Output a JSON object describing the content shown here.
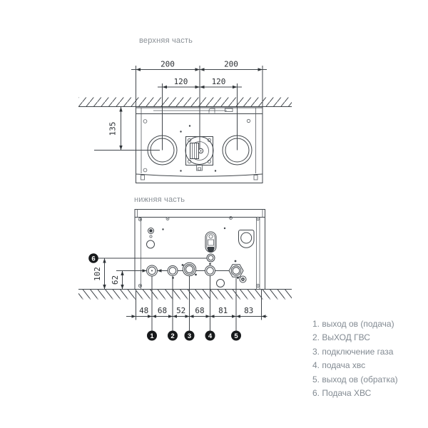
{
  "section_labels": {
    "top": "верхняя часть",
    "bottom": "нижняя часть"
  },
  "top_view": {
    "dim_200_left": "200",
    "dim_200_right": "200",
    "dim_120_left": "120",
    "dim_120_right": "120",
    "dim_135": "135"
  },
  "bottom_view": {
    "dim_102": "102",
    "dim_62": "62",
    "bottom_spacings": [
      "48",
      "68",
      "52",
      "68",
      "81",
      "83"
    ],
    "callouts": [
      "1",
      "2",
      "3",
      "4",
      "5"
    ],
    "callout_6": "6"
  },
  "legend": {
    "items": [
      {
        "label": "1. выход ов (подача)"
      },
      {
        "label": "2. ВыХОД ГВС"
      },
      {
        "label": "3. подключение газа"
      },
      {
        "label": "4. подача хвс"
      },
      {
        "label": "5. выход ов (обратка)"
      },
      {
        "label": "6. Подача ХВС"
      }
    ]
  },
  "colors": {
    "line": "#41464b",
    "dim_text": "#2b2f33",
    "section_label_text": "#8b9197",
    "legend_text": "#828a92",
    "callout_bg": "#17191b",
    "background": "#ffffff"
  }
}
